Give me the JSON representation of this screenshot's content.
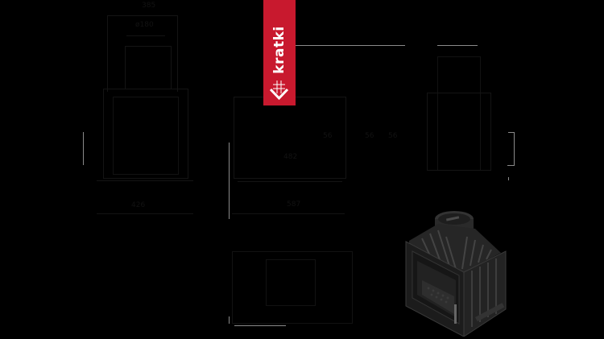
{
  "brand": {
    "name": "kratki",
    "banner_color": "#c8192e",
    "text_color": "#ffffff",
    "logo_icon": "chevron-grid-logo-icon"
  },
  "drawing": {
    "views": [
      {
        "name": "top-view"
      },
      {
        "name": "side-view-left"
      },
      {
        "name": "front-view"
      },
      {
        "name": "side-view-right"
      },
      {
        "name": "plan-view"
      }
    ],
    "dimension_labels": {
      "top_width": "385",
      "top_flue": "ø180",
      "front_height_a": "56",
      "front_height_b": "56",
      "front_height_c": "56",
      "front_inner": "482",
      "front_width": "587",
      "side_depth": "426"
    },
    "line_color": "#141414",
    "highlight_color": "#8a8a8a"
  },
  "product": {
    "name": "fireplace-insert-render",
    "body_color": "#2b2b2b",
    "edge_color": "#4a4a4a"
  }
}
